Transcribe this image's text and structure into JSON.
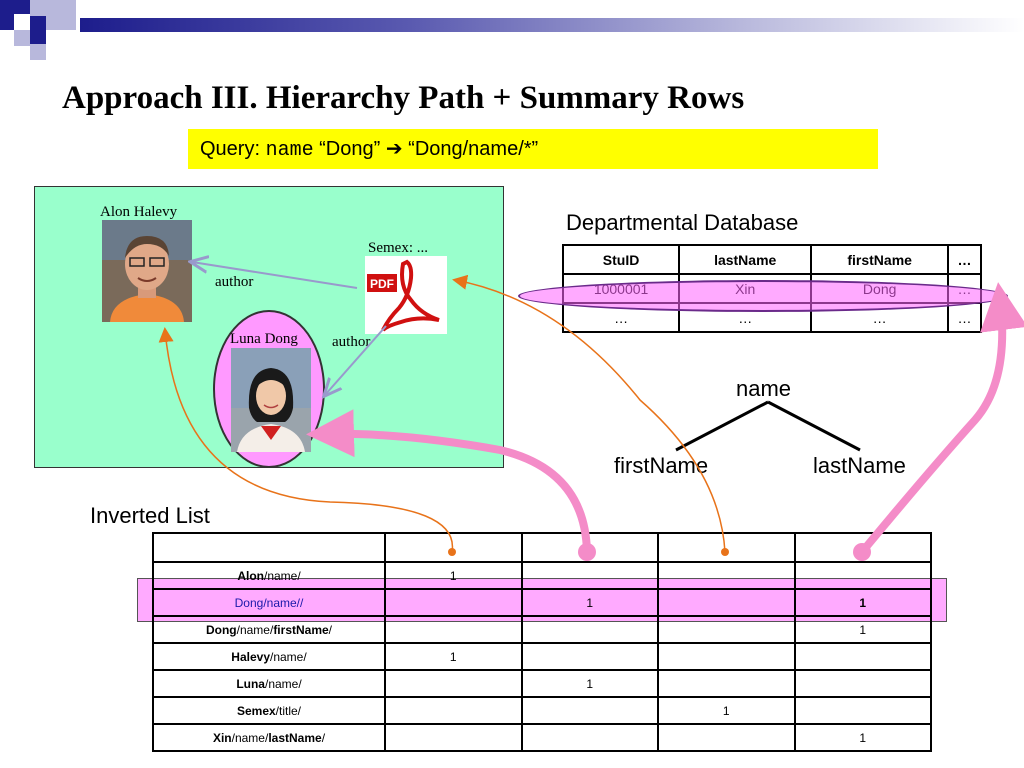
{
  "title": "Approach III. Hierarchy Path + Summary Rows",
  "query": {
    "prefix": "Query: ",
    "keyword": "name",
    "rest": " “Dong” ➔ “Dong/name/*”"
  },
  "graph": {
    "person1": "Alon Halevy",
    "person2": "Luna Dong",
    "doc": "Semex: ...",
    "edge1": "author",
    "edge2": "author",
    "pdf_label": "PDF"
  },
  "dept": {
    "title": "Departmental Database",
    "headers": [
      "StuID",
      "lastName",
      "firstName",
      "…"
    ],
    "rows": [
      [
        "1000001",
        "Xin",
        "Dong",
        "…"
      ],
      [
        "…",
        "…",
        "…",
        "…"
      ]
    ]
  },
  "tree": {
    "root": "name",
    "left": "firstName",
    "right": "lastName"
  },
  "inverted": {
    "title": "Inverted List",
    "rows": [
      {
        "k1": "Alon",
        "k2": "/name/",
        "cells": [
          "1",
          "",
          "",
          ""
        ]
      },
      {
        "k1": "Dong",
        "k2": "/name//",
        "cells": [
          "",
          "1",
          "",
          "1"
        ]
      },
      {
        "k1": "Dong",
        "k2": "/name/",
        "k3": "firstName",
        "k4": "/",
        "cells": [
          "",
          "",
          "",
          "1"
        ]
      },
      {
        "k1": "Halevy",
        "k2": "/name/",
        "cells": [
          "1",
          "",
          "",
          ""
        ]
      },
      {
        "k1": "Luna",
        "k2": "/name/",
        "cells": [
          "",
          "1",
          "",
          ""
        ]
      },
      {
        "k1": "Semex",
        "k2": "/title/",
        "cells": [
          "",
          "",
          "1",
          ""
        ]
      },
      {
        "k1": "Xin",
        "k2": "/name/",
        "k3": "lastName",
        "k4": "/",
        "cells": [
          "",
          "",
          "",
          "1"
        ]
      }
    ]
  },
  "colors": {
    "yellow": "#ffff00",
    "graph_bg": "#99ffcc",
    "pink": "#ff99ff",
    "orange": "#e8731a",
    "arrow_pink": "#f48cc8",
    "edge": "#9999cc"
  }
}
